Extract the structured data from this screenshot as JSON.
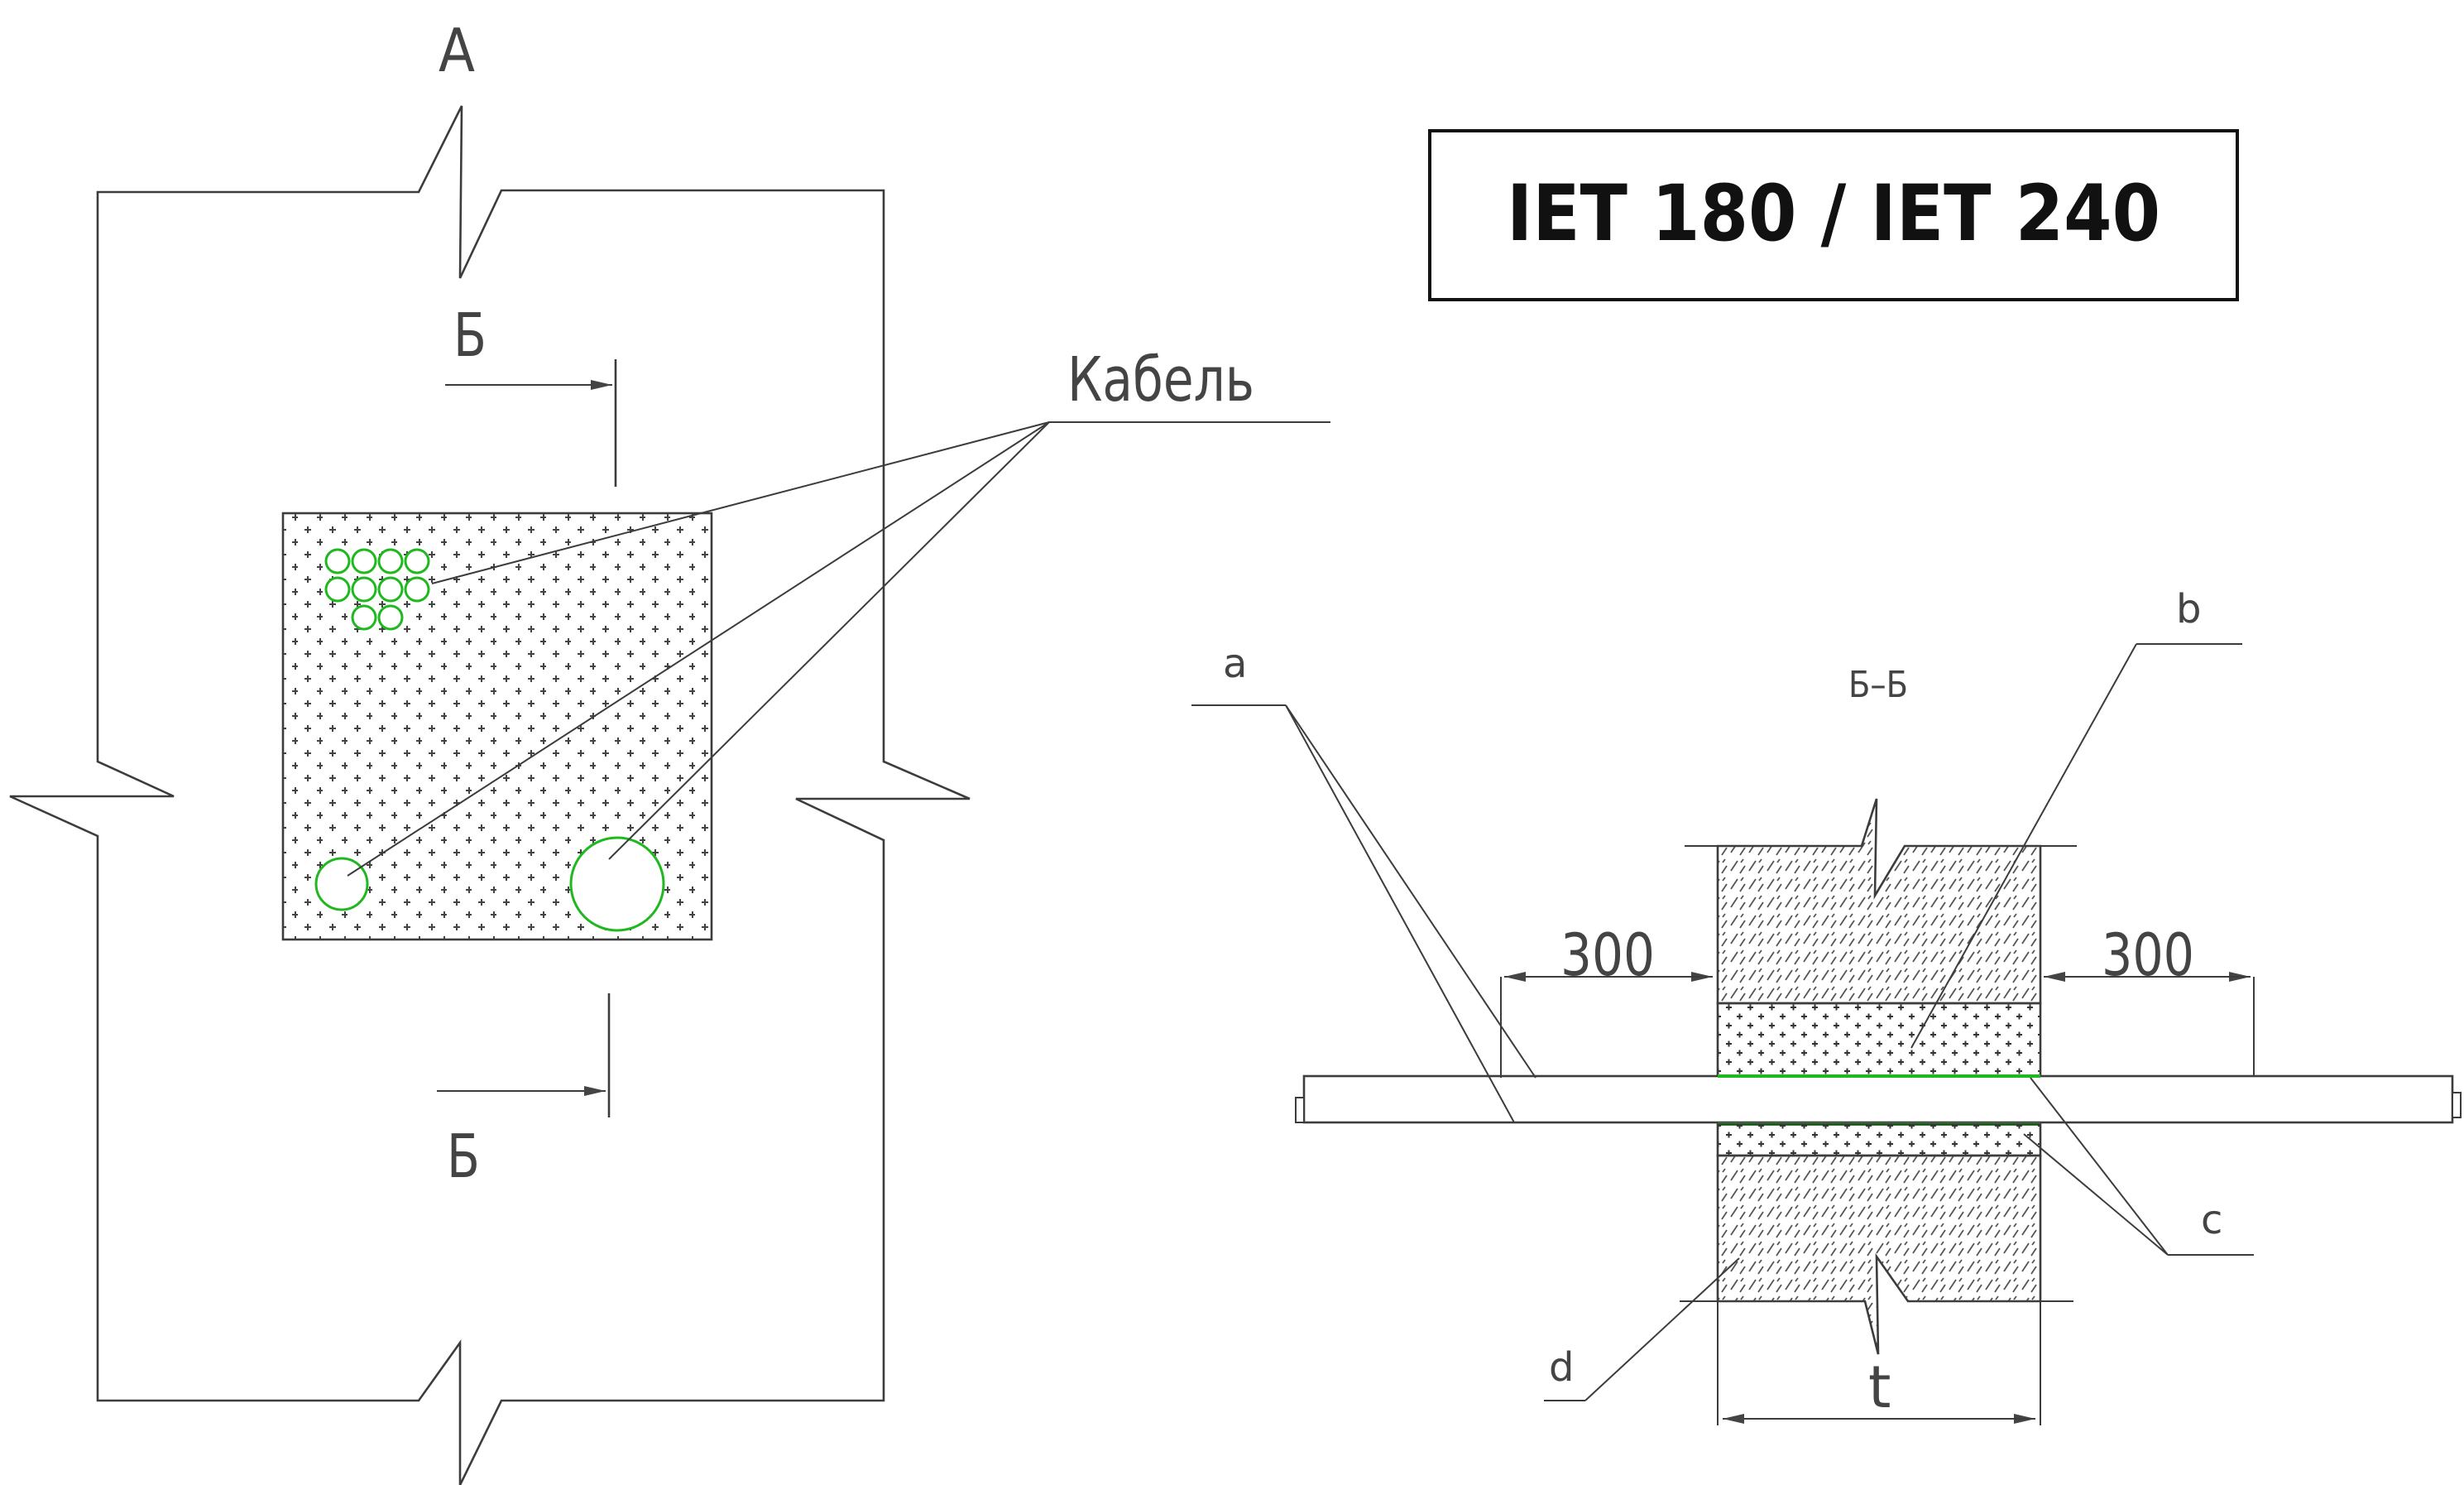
{
  "title": "IET 180 / IET 240",
  "labels": {
    "view": "А",
    "section_top": "Б",
    "section_bottom": "Б",
    "cable": "Кабель",
    "section_name": "Б–Б",
    "a": "a",
    "b": "b",
    "c": "c",
    "d": "d",
    "dim_left": "300",
    "dim_right": "300",
    "thickness": "t"
  },
  "colors": {
    "line": "#3c3c3c",
    "cable": "#1fb81f",
    "frame": "#111111"
  }
}
